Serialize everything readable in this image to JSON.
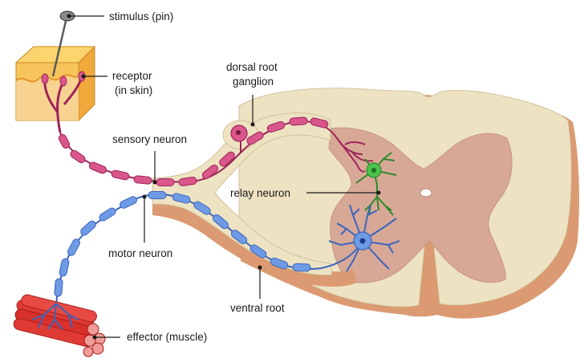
{
  "labels": {
    "stimulus": "stimulus (pin)",
    "receptor_line1": "receptor",
    "receptor_line2": "(in skin)",
    "drg_line1": "dorsal root",
    "drg_line2": "ganglion",
    "sensory_neuron": "sensory neuron",
    "relay_neuron": "relay neuron",
    "motor_neuron": "motor neuron",
    "ventral_root": "ventral root",
    "effector": "effector (muscle)"
  },
  "colors": {
    "sensory": "#b8336a",
    "sensory_light": "#d9578b",
    "motor": "#4a78d1",
    "motor_light": "#6f9be6",
    "relay": "#2e9a2e",
    "relay_light": "#4cc04c",
    "white_matter": "#ede2c2",
    "grey_matter": "#d8a896",
    "pia": "#dc9a72",
    "skin_top": "#f6c45a",
    "skin_side": "#f1a93b",
    "muscle": "#e03a35"
  }
}
